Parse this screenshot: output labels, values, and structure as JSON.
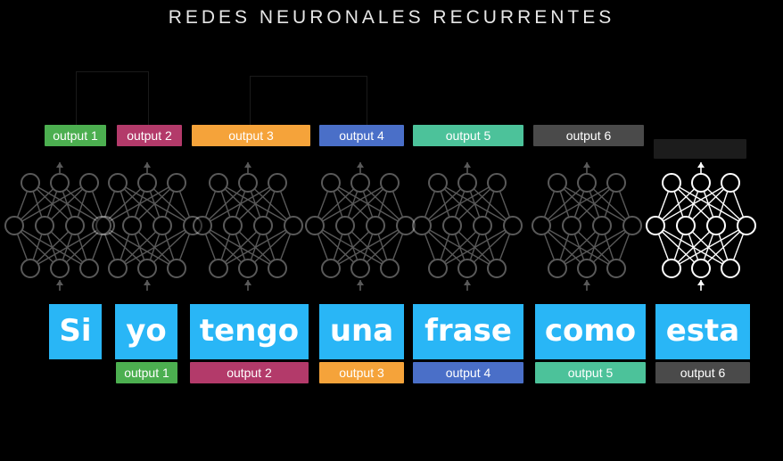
{
  "title": "REDES NEURONALES RECURRENTES",
  "colors": {
    "word_bg": "#29b6f6",
    "green": "#4caf50",
    "magenta": "#b33a6a",
    "orange": "#f5a33a",
    "blue": "#4a6fc8",
    "teal": "#4cc29a",
    "gray": "#4a4a4a"
  },
  "top_outputs": [
    {
      "label": "output 1",
      "color": "#4caf50"
    },
    {
      "label": "output 2",
      "color": "#b33a6a"
    },
    {
      "label": "output 3",
      "color": "#f5a33a"
    },
    {
      "label": "output 4",
      "color": "#4a6fc8"
    },
    {
      "label": "output 5",
      "color": "#4cc29a"
    },
    {
      "label": "output 6",
      "color": "#4a4a4a"
    }
  ],
  "words": [
    "Si",
    "yo",
    "tengo",
    "una",
    "frase",
    "como",
    "esta"
  ],
  "bottom_outputs": [
    {
      "label": "output 1",
      "color": "#4caf50"
    },
    {
      "label": "output 2",
      "color": "#b33a6a"
    },
    {
      "label": "output 3",
      "color": "#f5a33a"
    },
    {
      "label": "output 4",
      "color": "#4a6fc8"
    },
    {
      "label": "output 5",
      "color": "#4cc29a"
    },
    {
      "label": "output 6",
      "color": "#4a4a4a"
    }
  ]
}
